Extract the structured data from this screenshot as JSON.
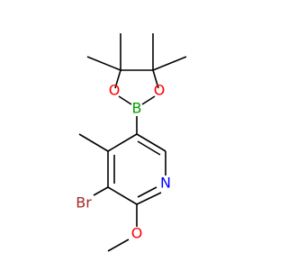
{
  "structure": {
    "atoms": {
      "boron": {
        "symbol": "B",
        "color": "#00A000"
      },
      "oxygen_left": {
        "symbol": "O",
        "color": "#FF0000"
      },
      "oxygen_right": {
        "symbol": "O",
        "color": "#FF0000"
      },
      "oxygen_methoxy": {
        "symbol": "O",
        "color": "#FF0000"
      },
      "nitrogen": {
        "symbol": "N",
        "color": "#0000FF"
      },
      "bromine": {
        "symbol": "Br",
        "color": "#A52A2A"
      }
    },
    "bond_color": "#000000"
  }
}
